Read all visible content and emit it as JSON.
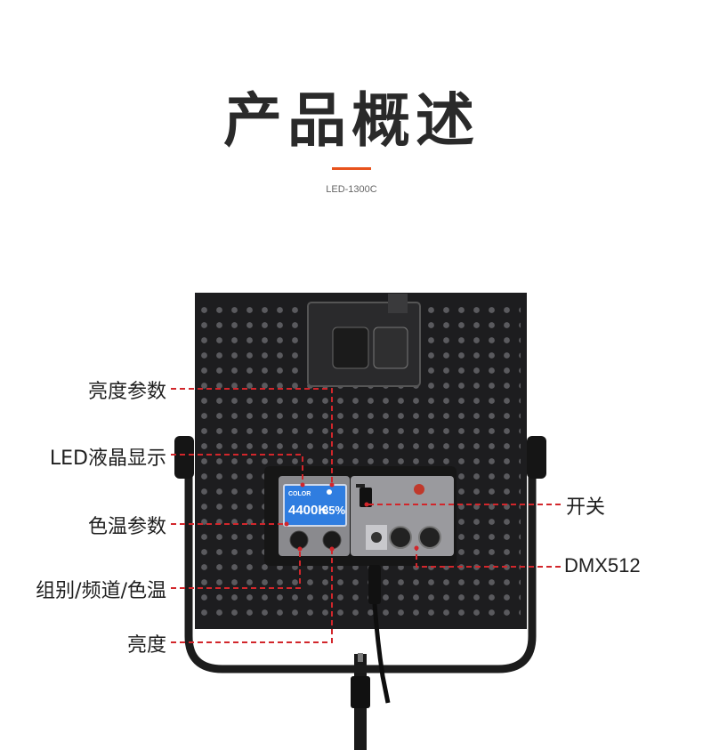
{
  "header": {
    "title": "产品概述",
    "subtitle": "LED-1300C",
    "accent_color": "#e8521c"
  },
  "callouts": {
    "brightness_params": "亮度参数",
    "led_lcd": "LED液晶显示",
    "color_temp_params": "色温参数",
    "group_channel": "组别/频道/色温",
    "brightness": "亮度",
    "switch": "开关",
    "dmx": "DMX512"
  },
  "lcd": {
    "mode": "COLOR",
    "temperature": "4400K",
    "brightness": "85%"
  },
  "icons": {
    "power_switch": "switch-icon",
    "brand_logo": "logo-icon"
  },
  "colors": {
    "leader_line": "#d2262b",
    "panel": "#1d1d1f",
    "lcd": "#2f7de0"
  }
}
